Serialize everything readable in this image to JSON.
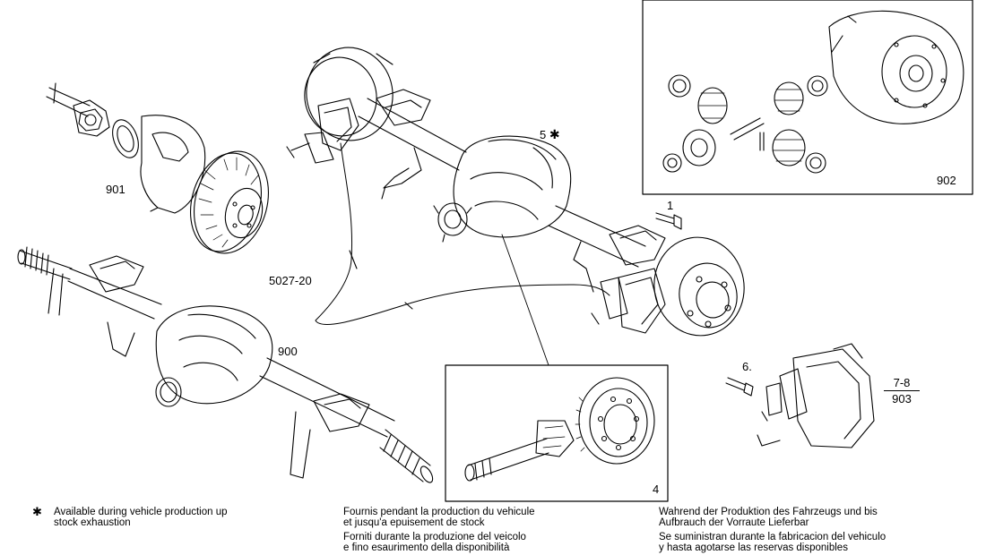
{
  "callouts": {
    "c901": "901",
    "c900": "900",
    "c902": "902",
    "c5": "5",
    "c1": "1",
    "c4": "4",
    "c6": "6.",
    "c5027": "5027-20",
    "frac_top": "7-8",
    "frac_bottom": "903"
  },
  "legend": {
    "symbol": "✱",
    "en_line1": "Available during vehicle production up",
    "en_line2": "stock exhaustion",
    "fr_line1": "Fournis pendant la production du vehicule",
    "fr_line2": "et jusqu'a epuisement de stock",
    "it_line1": "Forniti durante la produzione del veicolo",
    "it_line2": "e fino esaurimento della disponibilità",
    "de_line1": "Wahrend der Produktion des Fahrzeugs und bis",
    "de_line2": "Aufbrauch der Vorraute Lieferbar",
    "es_line1": "Se suministran durante la fabricacion del vehiculo",
    "es_line2": "y hasta agotarse las reservas disponibles"
  }
}
